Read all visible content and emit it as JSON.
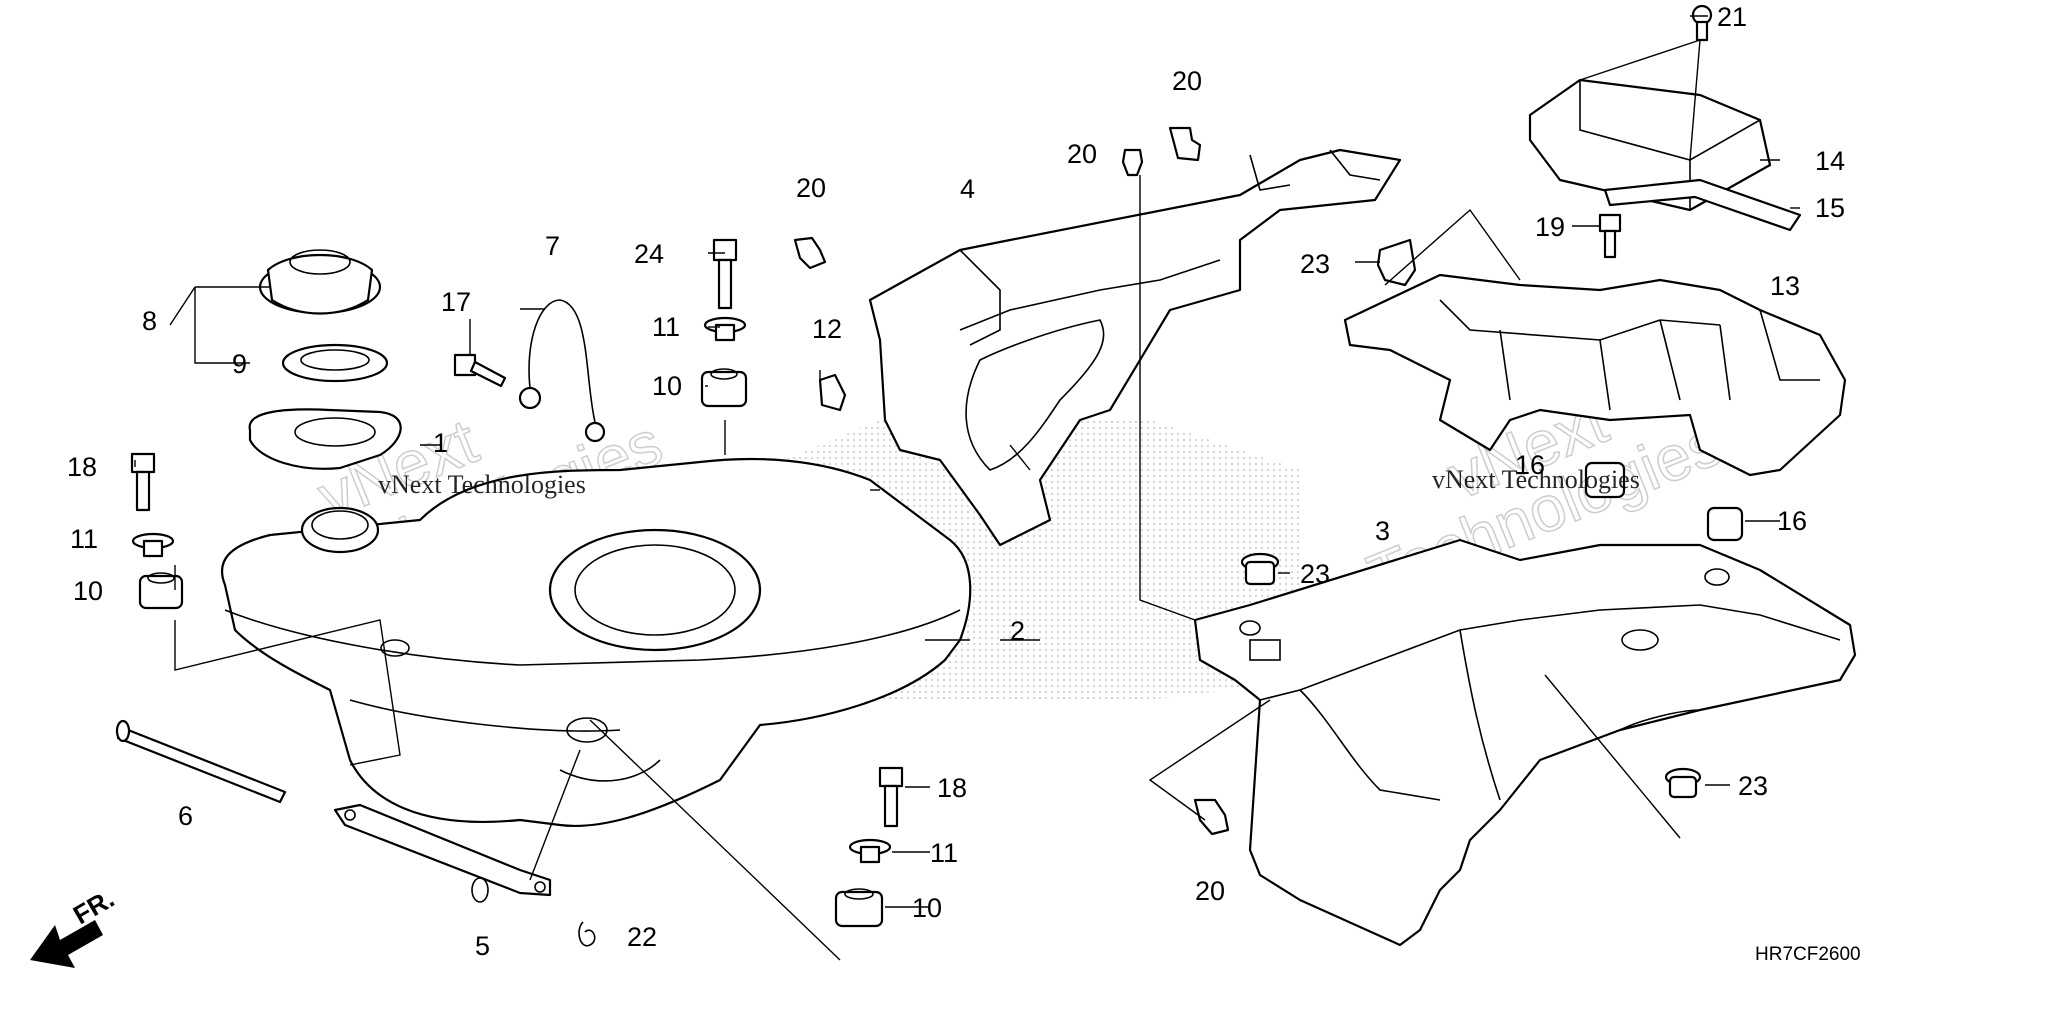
{
  "diagram_code": "HR7CF2600",
  "direction_label": "FR.",
  "watermark": {
    "text": "vNext Technologies",
    "ghost_line1": "vNext",
    "ghost_line2": "Technologies"
  },
  "callouts": [
    "1",
    "2",
    "3",
    "4",
    "5",
    "6",
    "7",
    "8",
    "9",
    "10",
    "11",
    "12",
    "13",
    "14",
    "15",
    "16",
    "17",
    "18",
    "19",
    "20",
    "21",
    "22",
    "23",
    "24"
  ]
}
